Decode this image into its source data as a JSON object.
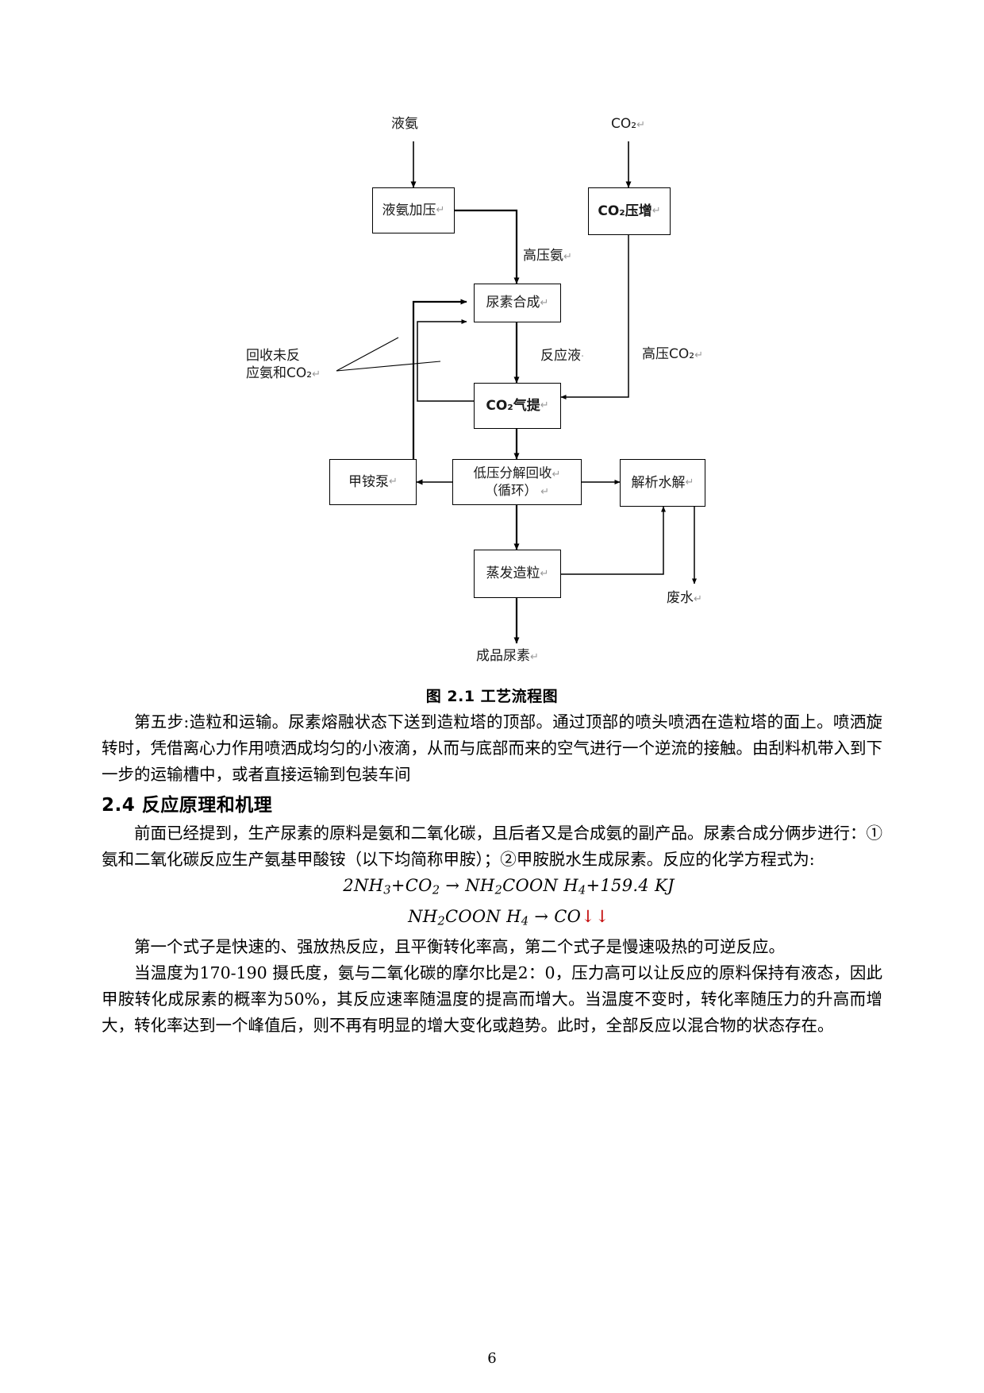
{
  "diagram": {
    "title_caption": "图  2.1 工艺流程图",
    "nodes": [
      {
        "id": "liquid_ammonia_pressurize",
        "label": "液氨加压"
      },
      {
        "id": "co2_compress",
        "label": "CO₂压增"
      },
      {
        "id": "urea_synthesis",
        "label": "尿素合成"
      },
      {
        "id": "co2_stripping",
        "label": "CO₂气提"
      },
      {
        "id": "low_pressure_decomposition",
        "label_line1": "低压分解回收",
        "label_line2": "（循环）"
      },
      {
        "id": "ammonium_carbamate_pump",
        "label": "甲铵泵"
      },
      {
        "id": "desorption_hydrolysis",
        "label": "解析水解"
      },
      {
        "id": "evaporation_granulation",
        "label": "蒸发造粒"
      }
    ],
    "flow_labels": [
      {
        "id": "liquid_ammonia_in",
        "text": "液氨"
      },
      {
        "id": "co2_in",
        "text": "CO₂"
      },
      {
        "id": "high_pressure_ammonia",
        "text": "高压氨"
      },
      {
        "id": "high_pressure_co2",
        "text": "高压CO₂"
      },
      {
        "id": "reaction_liquid",
        "text": "反应液"
      },
      {
        "id": "recycle_unreacted",
        "line1": "回收未反",
        "line2": "应氨和CO₂"
      },
      {
        "id": "waste_water",
        "text": "废水"
      },
      {
        "id": "product_urea",
        "text": "成品尿素"
      }
    ]
  },
  "body": {
    "paragraph_1": "第五步:造粒和运输。尿素熔融状态下送到造粒塔的顶部。通过顶部的喷头喷洒在造粒塔的面上。喷洒旋转时，凭借离心力作用喷洒成均匀的小液滴，从而与底部而来的空气进行一个逆流的接触。由刮料机带入到下一步的运输槽中，或者直接运输到包装车间",
    "heading_2_4": "2.4 反应原理和机理",
    "paragraph_2": "前面已经提到，生产尿素的原料是氨和二氧化碳，且后者又是合成氨的副产品。尿素合成分俩步进行：①氨和二氧化碳反应生产氨基甲酸铵（以下均简称甲胺）；②甲胺脱水生成尿素。反应的化学方程式为:",
    "equation_1_parts": {
      "a": "2NH",
      "a_sub": "3",
      "b": "+CO",
      "b_sub": "2",
      "arrow": " → ",
      "c": "NH",
      "c_sub": "2",
      "d": "COON H",
      "d_sub": "4",
      "e": "+159.4 KJ"
    },
    "equation_2_parts": {
      "a": "NH",
      "a_sub": "2",
      "b": "COON H",
      "b_sub": "4",
      "arrow": " → ",
      "c": "CO",
      "red": "↓↓"
    },
    "paragraph_3": "第一个式子是快速的、强放热反应，且平衡转化率高，第二个式子是慢速吸热的可逆反应。",
    "paragraph_4": "当温度为170-190 摄氏度，氨与二氧化碳的摩尔比是2：0，压力高可以让反应的原料保持有液态，因此甲胺转化成尿素的概率为50%，其反应速率随温度的提高而增大。当温度不变时，转化率随压力的升高而增大，转化率达到一个峰值后，则不再有明显的增大变化或趋势。此时，全部反应以混合物的状态存在。"
  },
  "footer": {
    "page_number": "6"
  }
}
